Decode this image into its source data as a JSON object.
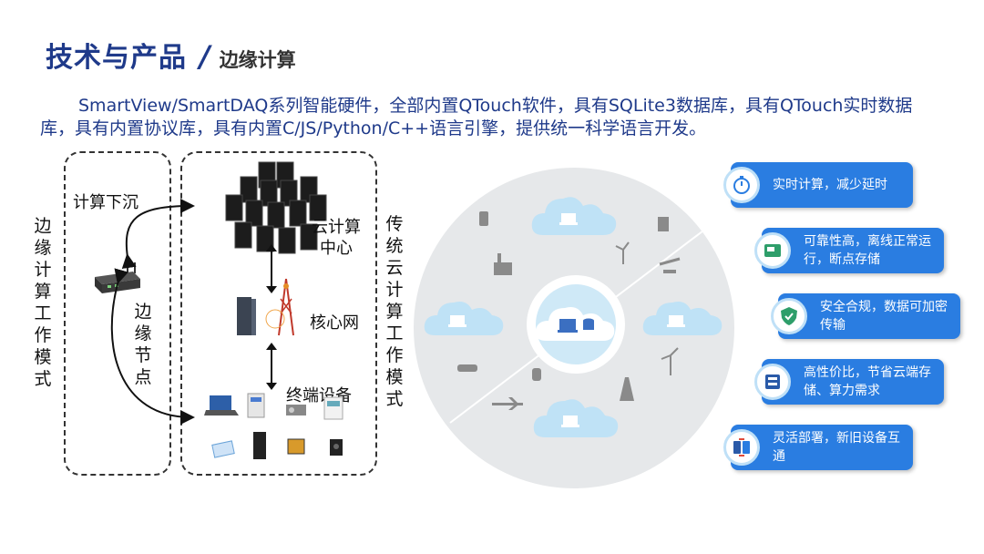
{
  "header": {
    "title": "技术与产品",
    "separator": "/",
    "subtitle": "边缘计算"
  },
  "description": "SmartView/SmartDAQ系列智能硬件，全部内置QTouch软件，具有SQLite3数据库，具有QTouch实时数据库，具有内置协议库，具有内置C/JS/Python/C++语言引擎，提供统一科学语言开发。",
  "diagram": {
    "edge_mode_label": [
      "边",
      "缘",
      "计",
      "算",
      "工",
      "作",
      "模",
      "式"
    ],
    "compute_sink_label": "计算下沉",
    "edge_node_label": [
      "边",
      "缘",
      "节",
      "点"
    ],
    "cloud_center_label": "云计算\n中心",
    "core_network_label": "核心网",
    "terminal_label": "终端设备",
    "traditional_mode_label": [
      "传",
      "统",
      "云",
      "计",
      "算",
      "工",
      "作",
      "模",
      "式"
    ]
  },
  "features": [
    {
      "text": "实时计算，减少延时",
      "icon": "stopwatch-icon"
    },
    {
      "text": "可靠性高，离线正常运行，断点存储",
      "icon": "device-icon"
    },
    {
      "text": "安全合规，数据可加密传输",
      "icon": "shield-icon"
    },
    {
      "text": "高性价比，节省云端存储、算力需求",
      "icon": "storage-icon"
    },
    {
      "text": "灵活部署，新旧设备互通",
      "icon": "sync-icon"
    }
  ],
  "colors": {
    "title": "#1f3a8a",
    "feature_bg": "#2a7de1",
    "cloud": "#bfe2f6",
    "circle": "#e6e8ea"
  }
}
